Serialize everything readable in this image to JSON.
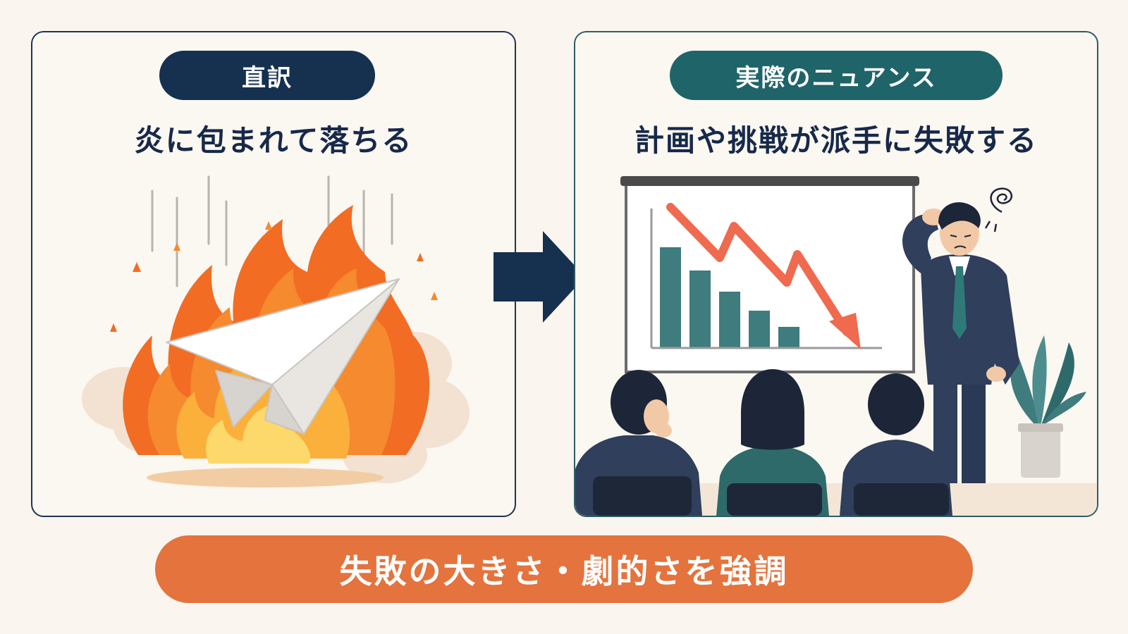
{
  "left_panel": {
    "badge": "直訳",
    "caption": "炎に包まれて落ちる"
  },
  "right_panel": {
    "badge": "実際のニュアンス",
    "caption": "計画や挑戦が派手に失敗する"
  },
  "banner": "失敗の大きさ・劇的さを強調",
  "colors": {
    "navy": "#16304f",
    "teal": "#1f6469",
    "orange": "#e4733d",
    "background": "#faf5ee"
  }
}
